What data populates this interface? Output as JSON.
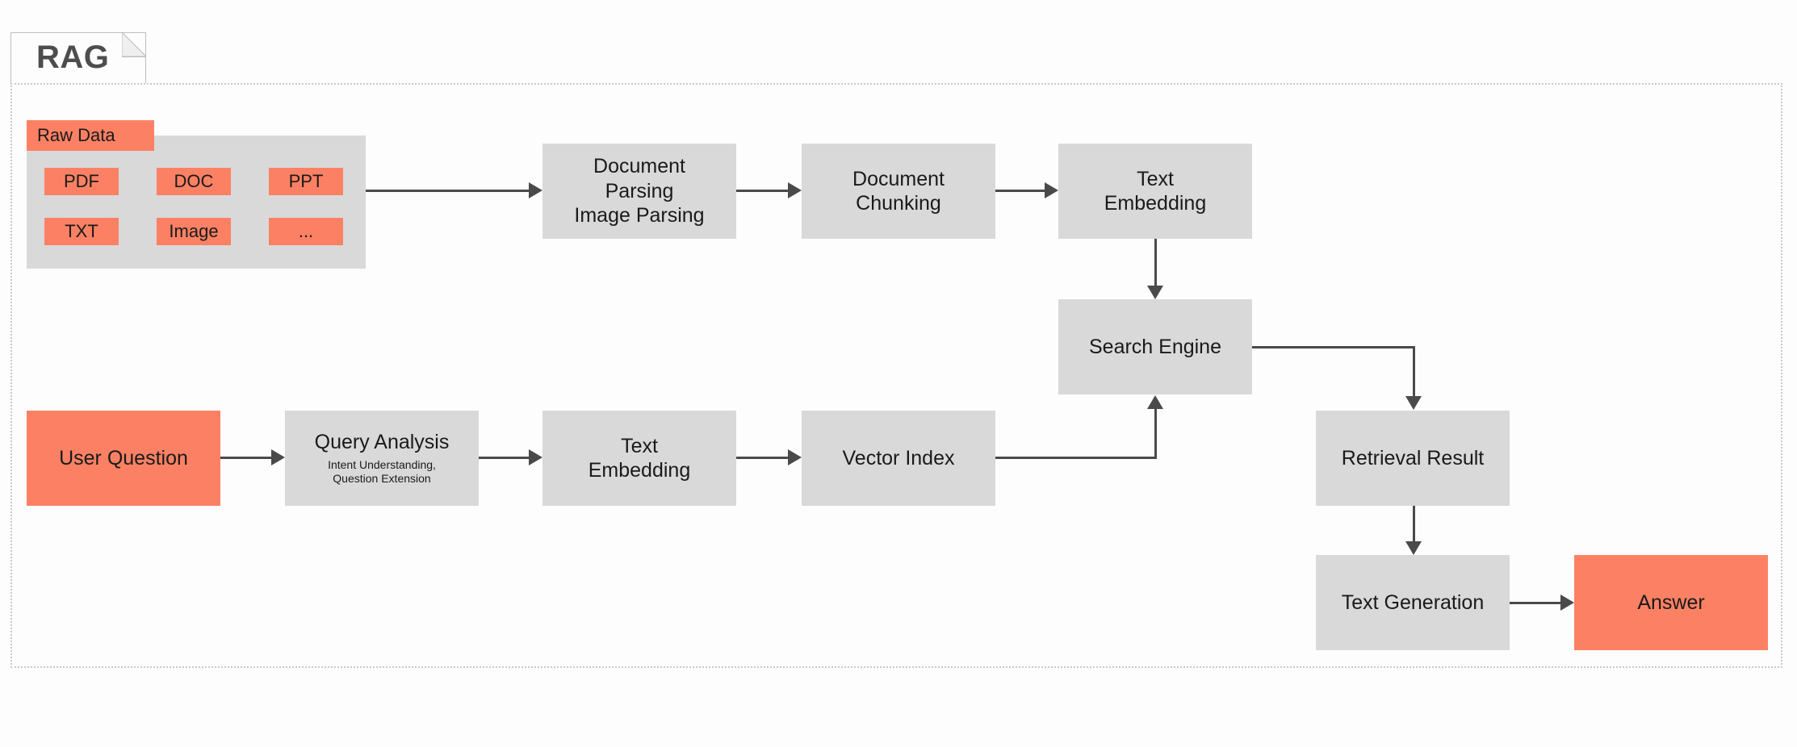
{
  "diagram": {
    "title": "RAG",
    "title_icon": "document-fold-icon",
    "colors": {
      "accent_orange": "#fc8164",
      "node_gray": "#d9d9d9",
      "connector": "#4a4a4a",
      "frame_border": "#c9c9c9",
      "canvas": "#fdfdfd",
      "text": "#1a1a1a",
      "title_text": "#4d4d4d"
    }
  },
  "raw_data": {
    "group_label": "Raw Data",
    "formats": [
      "PDF",
      "DOC",
      "PPT",
      "TXT",
      "Image",
      "..."
    ]
  },
  "nodes": {
    "document_parsing": {
      "lines": [
        "Document",
        "Parsing",
        "Image Parsing"
      ]
    },
    "document_chunking": {
      "lines": [
        "Document",
        "Chunking"
      ]
    },
    "text_embedding_top": {
      "lines": [
        "Text",
        "Embedding"
      ]
    },
    "search_engine": {
      "lines": [
        "Search Engine"
      ]
    },
    "user_question": {
      "lines": [
        "User Question"
      ]
    },
    "query_analysis": {
      "lines": [
        "Query Analysis"
      ],
      "sub_lines": [
        "Intent Understanding,",
        "Question Extension"
      ]
    },
    "text_embedding_bottom": {
      "lines": [
        "Text",
        "Embedding"
      ]
    },
    "vector_index": {
      "lines": [
        "Vector Index"
      ]
    },
    "retrieval_result": {
      "lines": [
        "Retrieval Result"
      ]
    },
    "text_generation": {
      "lines": [
        "Text Generation"
      ]
    },
    "answer": {
      "lines": [
        "Answer"
      ]
    }
  },
  "connectors": [
    {
      "from": "raw-data-group",
      "to": "document-parsing",
      "direction": "right"
    },
    {
      "from": "document-parsing",
      "to": "document-chunking",
      "direction": "right"
    },
    {
      "from": "document-chunking",
      "to": "text-embedding-top",
      "direction": "right"
    },
    {
      "from": "text-embedding-top",
      "to": "search-engine",
      "direction": "down"
    },
    {
      "from": "user-question",
      "to": "query-analysis",
      "direction": "right"
    },
    {
      "from": "query-analysis",
      "to": "text-embedding-bottom",
      "direction": "right"
    },
    {
      "from": "text-embedding-bottom",
      "to": "vector-index",
      "direction": "right"
    },
    {
      "from": "vector-index",
      "to": "search-engine",
      "direction": "up"
    },
    {
      "from": "search-engine",
      "to": "retrieval-result",
      "direction": "down"
    },
    {
      "from": "retrieval-result",
      "to": "text-generation",
      "direction": "down"
    },
    {
      "from": "text-generation",
      "to": "answer",
      "direction": "right"
    }
  ]
}
